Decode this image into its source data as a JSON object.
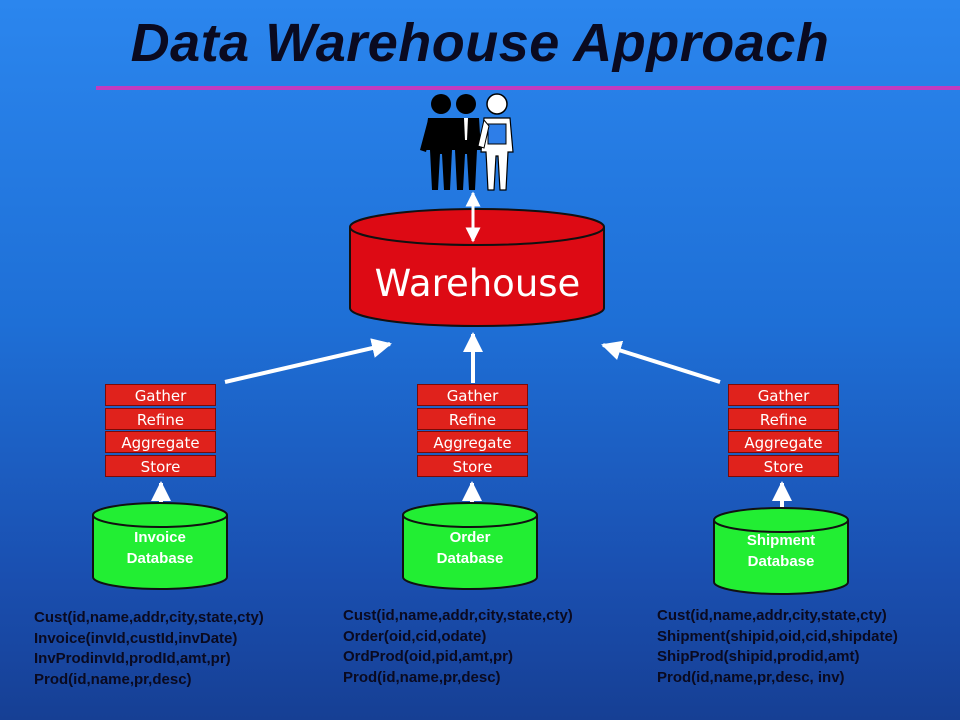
{
  "title": "Data Warehouse Approach",
  "warehouse": {
    "label": "Warehouse"
  },
  "steps": [
    "Gather",
    "Refine",
    "Aggregate",
    "Store"
  ],
  "sources": [
    {
      "db_line1": "Invoice",
      "db_line2": "Database",
      "schema": [
        "Cust(id,name,addr,city,state,cty)",
        "Invoice(invId,custId,invDate)",
        "InvProdinvId,prodId,amt,pr)",
        "Prod(id,name,pr,desc)"
      ]
    },
    {
      "db_line1": "Order",
      "db_line2": "Database",
      "schema": [
        "Cust(id,name,addr,city,state,cty)",
        "Order(oid,cid,odate)",
        "OrdProd(oid,pid,amt,pr)",
        "Prod(id,name,pr,desc)"
      ]
    },
    {
      "db_line1": "Shipment",
      "db_line2": "Database",
      "schema": [
        "Cust(id,name,addr,city,state,cty)",
        "Shipment(shipid,oid,cid,shipdate)",
        "ShipProd(shipid,prodid,amt)",
        "Prod(id,name,pr,desc, inv)"
      ]
    }
  ],
  "colors": {
    "warehouse": "#dd0a14",
    "database": "#22ee33",
    "step": "#e0221c",
    "rule": "#c23bbf",
    "arrow": "#ffffff"
  },
  "icons": [
    "users-icon"
  ]
}
